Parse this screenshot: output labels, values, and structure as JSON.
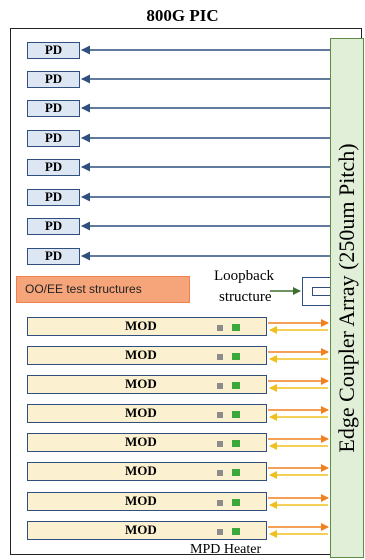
{
  "title": "800G PIC",
  "coupler_label": "Edge Coupler Array (250um Pitch)",
  "pd_rows": [
    "PD",
    "PD",
    "PD",
    "PD",
    "PD",
    "PD",
    "PD",
    "PD"
  ],
  "mod_rows": [
    "MOD",
    "MOD",
    "MOD",
    "MOD",
    "MOD",
    "MOD",
    "MOD",
    "MOD"
  ],
  "test_structures": "OO/EE test structures",
  "loopback_line1": "Loopback",
  "loopback_line2": "structure",
  "footer_label": "MPD Heater",
  "colors": {
    "pd_fill": "#dde7f3",
    "mod_fill": "#fbf1d0",
    "coupler_fill": "#e2efd8",
    "test_fill": "#f6a57b",
    "rx_arrow": "#2f4f7f",
    "tx_orange": "#f08020",
    "tx_yellow": "#f0c020",
    "mpd": "#8c8c8c",
    "heater": "#3aa83a"
  }
}
